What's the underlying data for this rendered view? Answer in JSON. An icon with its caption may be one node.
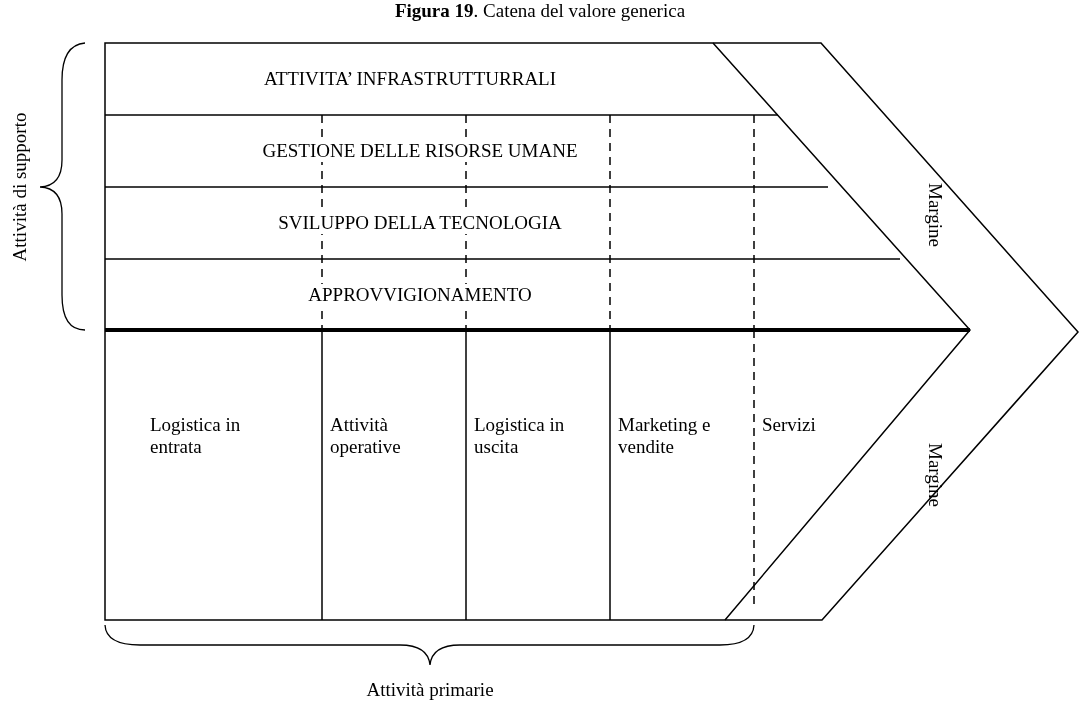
{
  "diagram": {
    "title": "**Figura 19**. Catena del valore generica",
    "nodes": [
      {
        "text": [
          "ATTIVITA’ INFRASTRUTTURRALI"
        ]
      },
      {
        "text": [
          "GESTIONE DELLE RISORSE UMANE"
        ]
      },
      {
        "text": [
          "SVILUPPO DELLA TECNOLOGIA"
        ]
      },
      {
        "text": [
          "APPROVVIGIONAMENTO"
        ]
      },
      {
        "text": [
          "Logistica in entrata"
        ]
      },
      {
        "text": [
          "Attività operative"
        ]
      },
      {
        "text": [
          "Logistica in uscita"
        ]
      },
      {
        "text": [
          "Marketing e vendite"
        ]
      },
      {
        "text": [
          "Servizi"
        ]
      }
    ],
    "labels": [
      "Attività di supporto",
      "Margine",
      "Margine",
      "Attività primarie"
    ]
  }
}
